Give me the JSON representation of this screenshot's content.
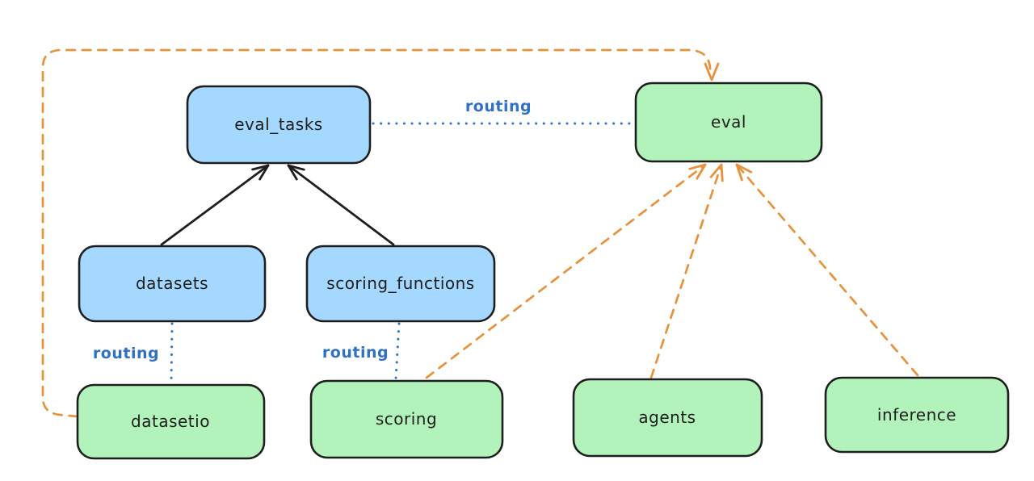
{
  "diagram": {
    "kind": "architecture-diagram",
    "background": "#ffffff"
  },
  "colors": {
    "background": "#ffffff",
    "node_stroke": "#1e1e1e",
    "blue_node_fill": "#a5d8ff",
    "green_node_fill": "#b2f2bb",
    "routing_blue": "#2f72c4",
    "orange": "#e8923c",
    "black_arrow": "#1e1e1e"
  },
  "nodes": {
    "eval_tasks": {
      "label": "eval_tasks",
      "color": "blue"
    },
    "eval": {
      "label": "eval",
      "color": "green"
    },
    "datasets": {
      "label": "datasets",
      "color": "blue"
    },
    "scoring_functions": {
      "label": "scoring_functions",
      "color": "blue"
    },
    "datasetio": {
      "label": "datasetio",
      "color": "green"
    },
    "scoring": {
      "label": "scoring",
      "color": "green"
    },
    "agents": {
      "label": "agents",
      "color": "green"
    },
    "inference": {
      "label": "inference",
      "color": "green"
    }
  },
  "edges": [
    {
      "from": "datasets",
      "to": "eval_tasks",
      "style": "solid",
      "color": "black",
      "label": ""
    },
    {
      "from": "scoring_functions",
      "to": "eval_tasks",
      "style": "solid",
      "color": "black",
      "label": ""
    },
    {
      "from": "eval_tasks",
      "to": "eval",
      "style": "dotted",
      "color": "blue",
      "label": "routing"
    },
    {
      "from": "datasets",
      "to": "datasetio",
      "style": "dotted",
      "color": "blue",
      "label": "routing"
    },
    {
      "from": "scoring_functions",
      "to": "scoring",
      "style": "dotted",
      "color": "blue",
      "label": "routing"
    },
    {
      "from": "datasetio",
      "to": "eval",
      "style": "dashed",
      "color": "orange",
      "route": "left-top-loop",
      "label": ""
    },
    {
      "from": "scoring",
      "to": "eval",
      "style": "dashed",
      "color": "orange",
      "label": ""
    },
    {
      "from": "agents",
      "to": "eval",
      "style": "dashed",
      "color": "orange",
      "label": ""
    },
    {
      "from": "inference",
      "to": "eval",
      "style": "dashed",
      "color": "orange",
      "label": ""
    }
  ]
}
